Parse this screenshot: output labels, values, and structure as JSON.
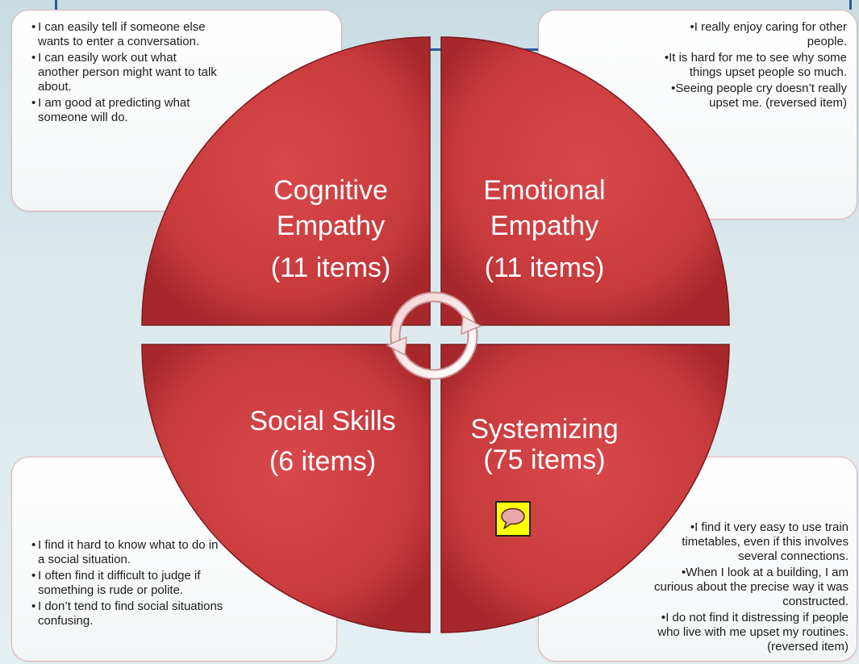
{
  "boxes": {
    "top_left": [
      "I can easily tell if someone else wants to enter a conversation.",
      "I can easily work out what another person might want to talk about.",
      "I am good at predicting what someone will do."
    ],
    "top_right": [
      "I really enjoy caring for other people.",
      "It is hard for me to see why some things upset people so much.",
      "Seeing people cry doesn’t really upset me. (reversed item)"
    ],
    "bottom_left": [
      "I find it hard to know what to do in a social situation.",
      "I often find it difficult to judge if something is rude or polite.",
      "I don’t tend to find social situations confusing."
    ],
    "bottom_right": [
      "I find it very easy to use train timetables, even if this involves several connections.",
      "When I look at a building, I am curious about the precise way it was constructed.",
      "I do not find it distressing if people who live with me upset my routines. (reversed item)"
    ]
  },
  "quadrants": {
    "top_left": {
      "title_line1": "Cognitive",
      "title_line2": "Empathy",
      "count": "(11 items)"
    },
    "top_right": {
      "title_line1": "Emotional",
      "title_line2": "Empathy",
      "count": "(11 items)"
    },
    "bottom_left": {
      "title_line1": "Social Skills",
      "count": "(6 items)"
    },
    "bottom_right": {
      "title_line1": "Systemizing",
      "count": "(75 items)"
    }
  },
  "colors": {
    "quadrant_fill": "#c73a3c",
    "quadrant_dark": "#8e1e22",
    "box_border": "#e0b4b4",
    "accent_line": "#2a5a9a",
    "comment_icon_fill": "#ffff00"
  },
  "icons": {
    "cycle": "cycle-arrows-icon",
    "comment": "speech-bubble-icon"
  }
}
